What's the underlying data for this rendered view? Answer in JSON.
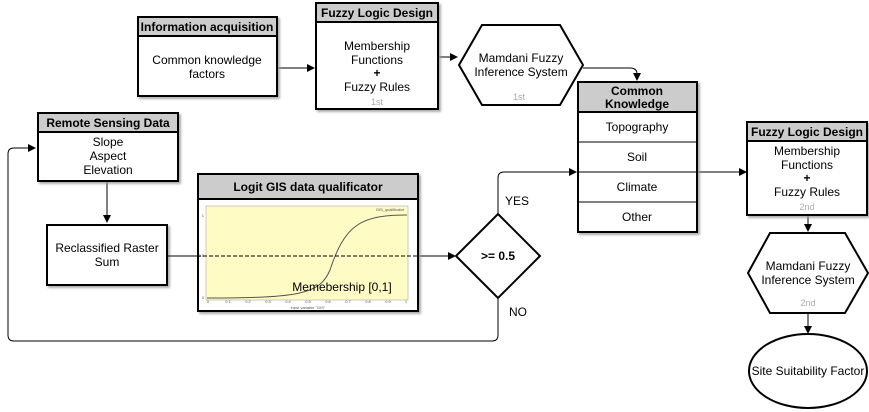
{
  "info_box": {
    "header": "Information acquisition",
    "line1": "Common knowledge",
    "line2": "factors"
  },
  "fld1": {
    "header": "Fuzzy Logic Design",
    "line1": "Membership",
    "line2": "Functions",
    "plus": "+",
    "line3": "Fuzzy Rules",
    "tag": "1st"
  },
  "mamdani1": {
    "line1": "Mamdani Fuzzy",
    "line2": "Inference System",
    "tag": "1st"
  },
  "common": {
    "header_line1": "Common",
    "header_line2": "Knowledge",
    "items": [
      "Topography",
      "Soil",
      "Climate",
      "Other"
    ]
  },
  "rs_box": {
    "header": "Remote Sensing Data",
    "line1": "Slope",
    "line2": "Aspect",
    "line3": "Elevation"
  },
  "reclass": {
    "line1": "Reclassified Raster",
    "line2": "Sum"
  },
  "logit": {
    "header": "Logit GIS data qualificator",
    "label": "Memebership [0,1]",
    "plot_title": "GIS_qualificator",
    "xaxis_label": "input variable \"GIS\"",
    "xticks": [
      "0",
      "0.1",
      "0.2",
      "0.3",
      "0.4",
      "0.5",
      "0.6",
      "0.7",
      "0.8",
      "0.9",
      "1"
    ],
    "yticks": [
      "1",
      "0.5",
      "0"
    ]
  },
  "decision": {
    "label": ">= 0.5",
    "yes": "YES",
    "no": "NO"
  },
  "fld2": {
    "header": "Fuzzy Logic Design",
    "line1": "Membership",
    "line2": "Functions",
    "plus": "+",
    "line3": "Fuzzy Rules",
    "tag": "2nd"
  },
  "mamdani2": {
    "line1": "Mamdani Fuzzy",
    "line2": "Inference System",
    "tag": "2nd"
  },
  "result": {
    "label": "Site Suitability Factor"
  },
  "colors": {
    "header_fill": "#cccccc",
    "plot_fill": "#fffbc5",
    "stroke": "#000000",
    "shadow": "#a0a0a0"
  }
}
